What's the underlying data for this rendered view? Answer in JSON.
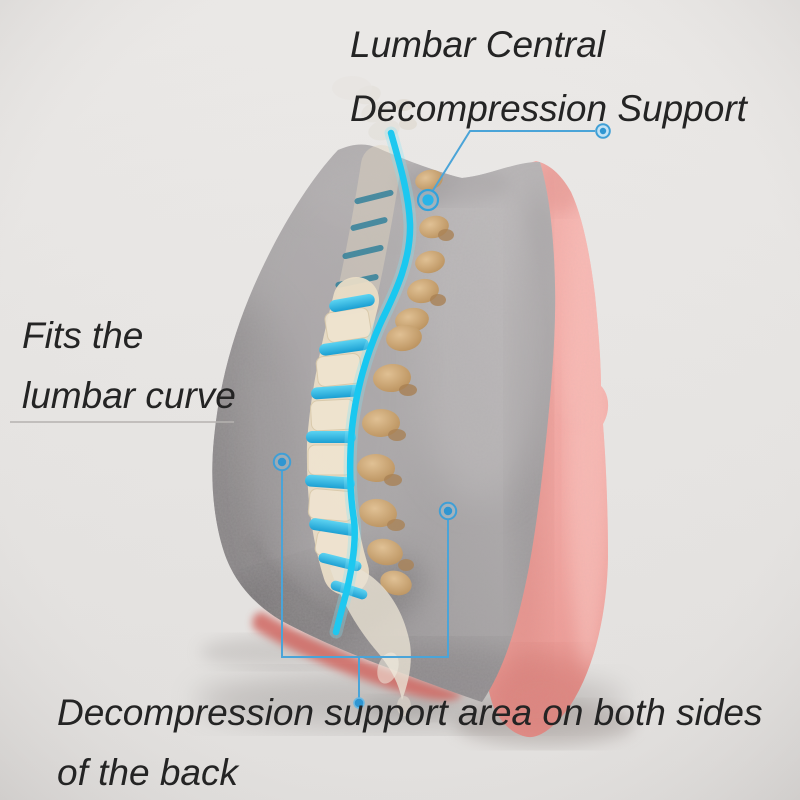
{
  "annotations": {
    "top_callout": {
      "line1": "Lumbar Central",
      "line2": "Decompression Support"
    },
    "left_callout": {
      "line1": "Fits the",
      "line2": "lumbar curve"
    },
    "bottom_callout": {
      "line1": "Decompression support area on both sides",
      "line2": "of the back"
    }
  },
  "colors": {
    "background": "#e9e7e5",
    "text": "#242424",
    "callout_blue": "#4aa4d8",
    "callout_dot_core": "#2f96d2",
    "pillow_front_gray": "#a6a2a3",
    "pillow_side_pink": "#f4a7a2",
    "pillow_under_red": "#cf625c",
    "spine_bone": "#e9dcc5",
    "spine_process_tan": "#c99a66",
    "spine_disc_cyan": "#2cc0e8",
    "spine_curve_cyan": "#17c7f0",
    "underline_gray": "#b5b2b0"
  }
}
